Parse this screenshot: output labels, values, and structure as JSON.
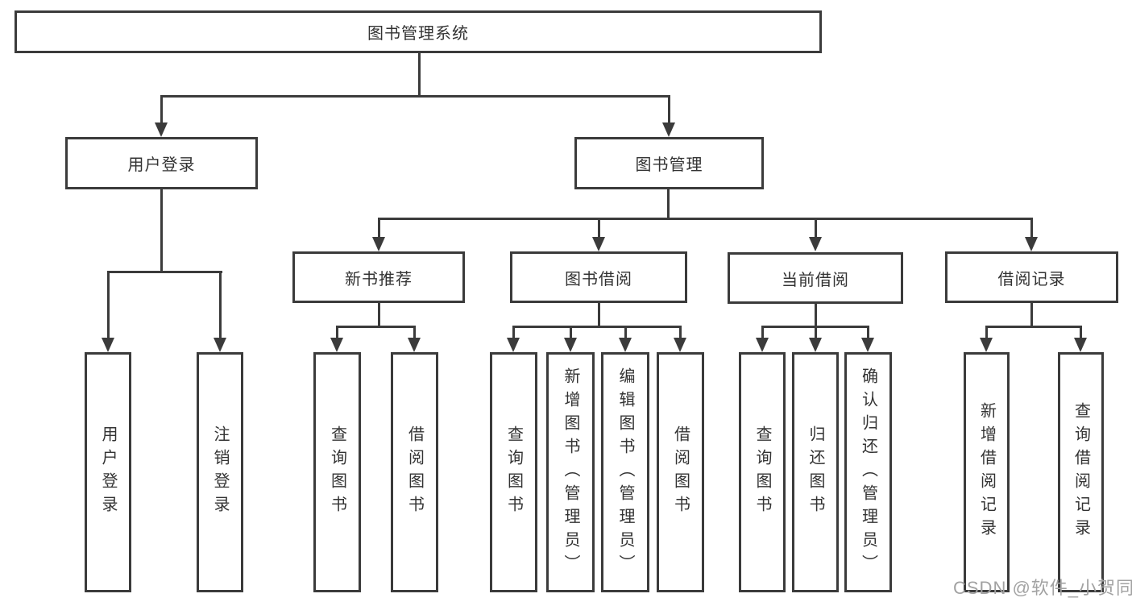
{
  "diagram": {
    "root": {
      "label": "图书管理系统"
    },
    "level2": {
      "user_login": {
        "label": "用户登录"
      },
      "book_mgmt": {
        "label": "图书管理"
      }
    },
    "level3": {
      "new_book_rec": {
        "label": "新书推荐"
      },
      "book_borrow": {
        "label": "图书借阅"
      },
      "current_borrow": {
        "label": "当前借阅"
      },
      "borrow_records": {
        "label": "借阅记录"
      }
    },
    "leaves": {
      "user_login": [
        "用户登录",
        "注销登录"
      ],
      "new_book_rec": [
        "查询图书",
        "借阅图书"
      ],
      "book_borrow": [
        "查询图书",
        "新增图书（管理员）",
        "编辑图书（管理员）",
        "借阅图书"
      ],
      "current_borrow": [
        "查询图书",
        "归还图书",
        "确认归还（管理员）"
      ],
      "borrow_records": [
        "新增借阅记录",
        "查询借阅记录"
      ]
    }
  },
  "watermark": {
    "text": "CSDN @软件_小贺同学"
  },
  "colors": {
    "line": "#3b3b3b",
    "text": "#333333",
    "watermark": "#a2a2a2",
    "background": "#ffffff"
  }
}
